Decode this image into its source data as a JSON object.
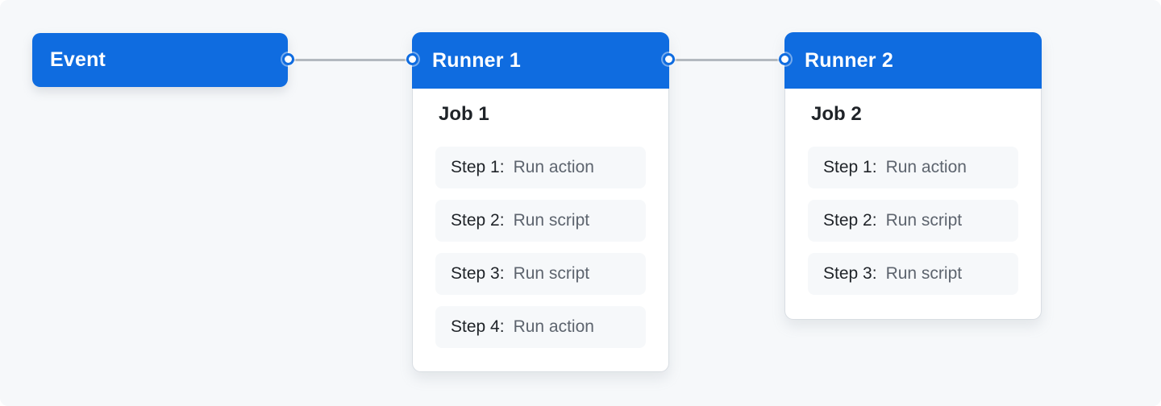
{
  "colors": {
    "accent": "#0f6ce0",
    "canvas_background": "#f6f8fa",
    "card_background": "#ffffff",
    "step_background": "#f6f8fa",
    "connector_line": "#b3b9bf",
    "text_dark": "#1f2328",
    "text_muted": "#5d646e"
  },
  "event": {
    "label": "Event"
  },
  "runners": [
    {
      "label": "Runner 1",
      "job": {
        "title": "Job 1",
        "steps": [
          {
            "label": "Step 1:",
            "action": "Run action"
          },
          {
            "label": "Step 2:",
            "action": "Run script"
          },
          {
            "label": "Step 3:",
            "action": "Run script"
          },
          {
            "label": "Step 4:",
            "action": "Run action"
          }
        ]
      }
    },
    {
      "label": "Runner 2",
      "job": {
        "title": "Job 2",
        "steps": [
          {
            "label": "Step 1:",
            "action": "Run action"
          },
          {
            "label": "Step 2:",
            "action": "Run script"
          },
          {
            "label": "Step 3:",
            "action": "Run script"
          }
        ]
      }
    }
  ]
}
